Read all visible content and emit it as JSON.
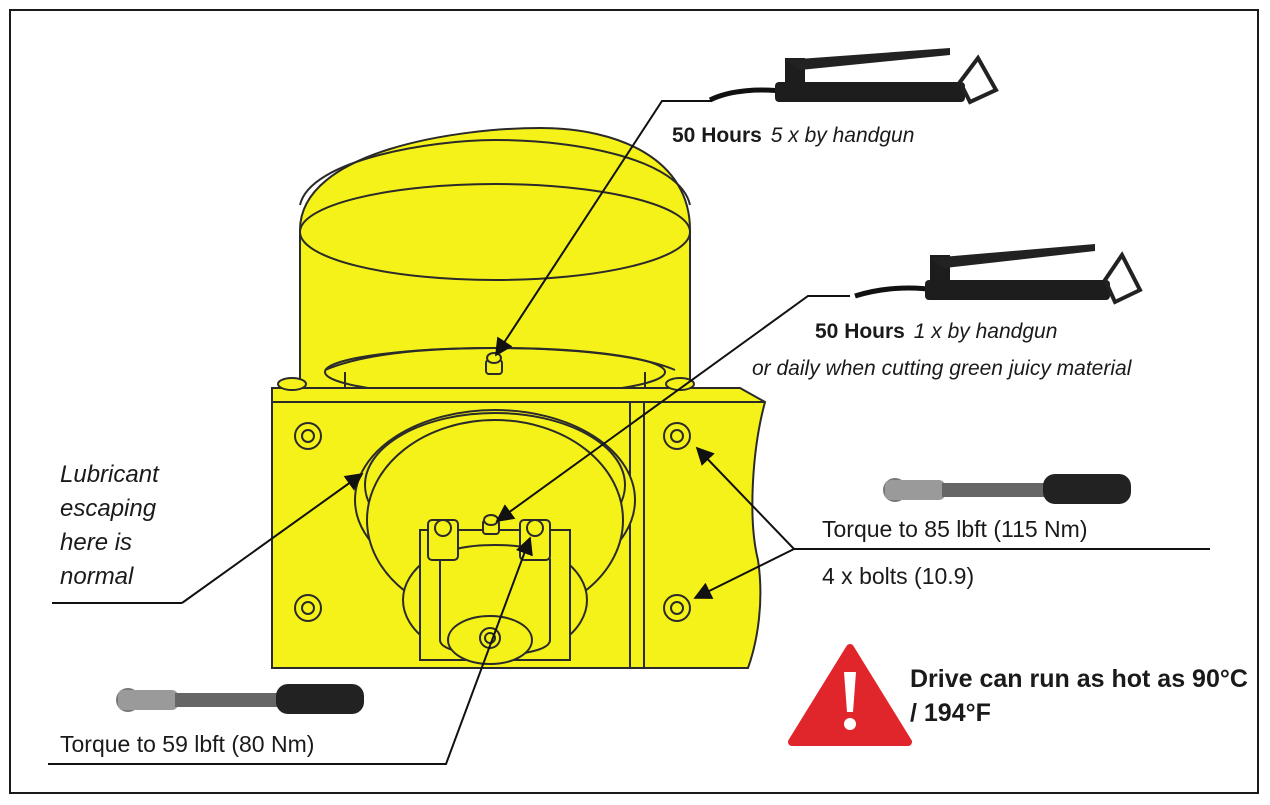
{
  "grease_top": {
    "interval": "50 Hours",
    "method": "5 x by handgun"
  },
  "grease_mid": {
    "interval": "50 Hours",
    "method": "1 x by handgun",
    "note": "or daily when cutting green juicy material"
  },
  "lubricant_note": "Lubricant escaping here is normal",
  "torque_right": {
    "label": "Torque to 85 lbft (115 Nm)",
    "bolts": "4 x bolts (10.9)"
  },
  "torque_left": {
    "label": "Torque to 59 lbft (80 Nm)"
  },
  "warning": {
    "text": "Drive can run as hot as 90°C / 194°F",
    "icon": "warning-triangle-icon",
    "color": "#e1262b"
  },
  "colors": {
    "housing": "#f5f21a",
    "outline": "#2a2a2a"
  }
}
